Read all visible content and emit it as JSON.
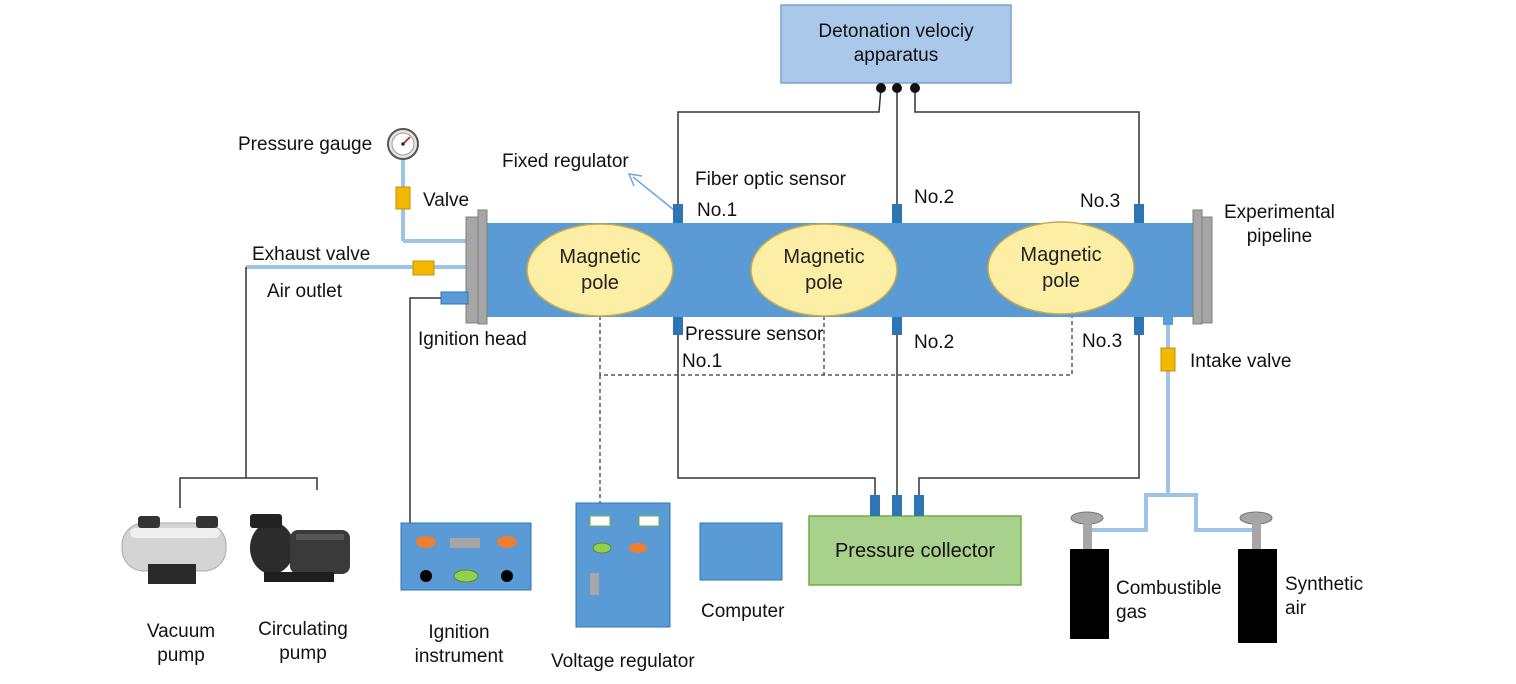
{
  "labels": {
    "detonation_apparatus": "Detonation velociy\napparatus",
    "pressure_gauge": "Pressure gauge",
    "fixed_regulator": "Fixed regulator",
    "fiber_optic_sensor": "Fiber optic sensor",
    "valve": "Valve",
    "exhaust_valve": "Exhaust valve",
    "air_outlet": "Air outlet",
    "ignition_head": "Ignition head",
    "experimental_pipeline": "Experimental\npipeline",
    "intake_valve": "Intake valve",
    "pressure_sensor": "Pressure sensor",
    "top_no1": "No.1",
    "top_no2": "No.2",
    "top_no3": "No.3",
    "bottom_no1": "No.1",
    "bottom_no2": "No.2",
    "bottom_no3": "No.3",
    "magnetic_pole": "Magnetic\npole",
    "pressure_collector": "Pressure collector",
    "computer": "Computer",
    "vacuum_pump": "Vacuum\npump",
    "circulating_pump": "Circulating\npump",
    "ignition_instrument": "Ignition\ninstrument",
    "voltage_regulator": "Voltage regulator",
    "combustible_gas": "Combustible\ngas",
    "synthetic_air": "Synthetic\nair"
  },
  "colors": {
    "pipe": "#5b9bd5",
    "sensor": "#2e75b6",
    "pole_fill": "#fdeea6",
    "pole_stroke": "#c9a94a",
    "light_blue_box": "#a9c8ea",
    "collector_fill": "#a9d18e",
    "valve": "#f5b800",
    "gas_line": "#9dc3e6",
    "cylinder": "#000000",
    "flange": "#a6a6a6"
  }
}
